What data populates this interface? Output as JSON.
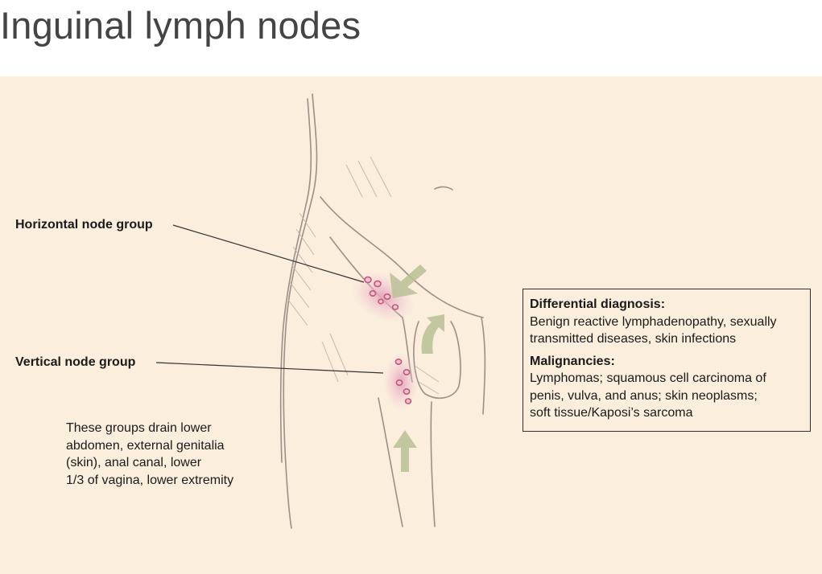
{
  "page_title": "Inguinal lymph nodes",
  "labels": {
    "horizontal": "Horizontal node group",
    "vertical": "Vertical node group"
  },
  "drainage_lines": [
    "These groups drain lower",
    "abdomen, external genitalia",
    "(skin), anal canal, lower",
    "1/3 of vagina, lower extremity"
  ],
  "differential": {
    "heading": "Differential diagnosis:",
    "lines": [
      "Benign reactive lymphadenopathy, sexually",
      "transmitted diseases, skin infections"
    ],
    "malignancies_heading": "Malignancies:",
    "malignancies_lines": [
      "Lymphomas; squamous cell carcinoma of",
      "penis, vulva, and anus; skin neoplasms;",
      "soft tissue/Kaposi’s sarcoma"
    ]
  },
  "colors": {
    "background": "#fbeedd",
    "node_fill": "#d9849f",
    "arrow": "#b9bf95",
    "sketch_line": "#9c8f86"
  }
}
